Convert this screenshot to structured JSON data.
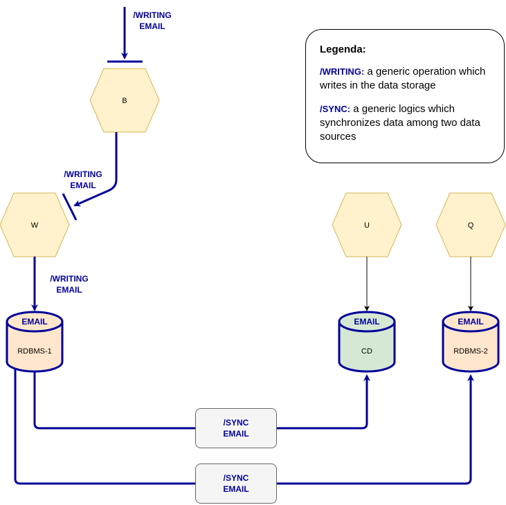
{
  "colors": {
    "connector": "#000099",
    "hexagon_fill": "#fff2cc",
    "hexagon_stroke": "#d6b656",
    "db_rdbms_fill": "#ffe6cc",
    "db_cd_fill": "#d5e8d4",
    "sync_fill": "#f5f5f5"
  },
  "nodes": {
    "B": "B",
    "W": "W",
    "U": "U",
    "Q": "Q"
  },
  "databases": {
    "rdbms1": {
      "top": "EMAIL",
      "label": "RDBMS-1"
    },
    "cd": {
      "top": "EMAIL",
      "label": "CD"
    },
    "rdbms2": {
      "top": "EMAIL",
      "label": "RDBMS-2"
    }
  },
  "edges": {
    "into_b": {
      "line1": "/WRITING",
      "line2": "EMAIL"
    },
    "b_to_w": {
      "line1": "/WRITING",
      "line2": "EMAIL"
    },
    "w_to_rdbms1": {
      "line1": "/WRITING",
      "line2": "EMAIL"
    }
  },
  "sync": [
    {
      "line1": "/SYNC",
      "line2": "EMAIL"
    },
    {
      "line1": "/SYNC",
      "line2": "EMAIL"
    }
  ],
  "legend": {
    "title": "Legenda:",
    "entries": [
      {
        "key": "/WRITING:",
        "text": " a generic operation which writes in the data storage"
      },
      {
        "key": "/SYNC:",
        "text": " a generic  logics which synchronizes data among two data sources"
      }
    ]
  }
}
